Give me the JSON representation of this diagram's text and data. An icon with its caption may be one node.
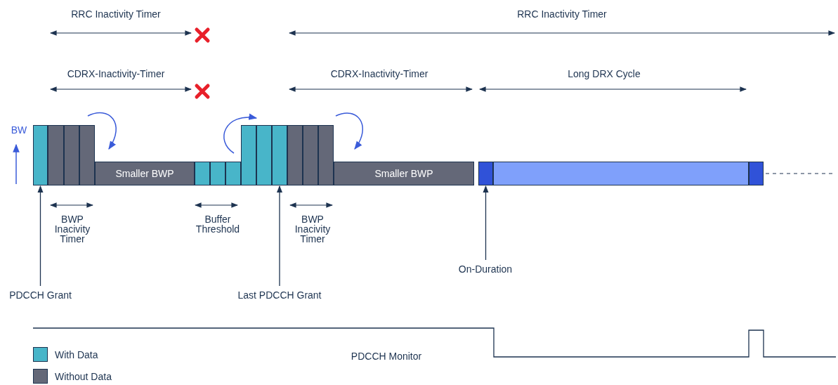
{
  "diagram": {
    "nodes": [
      {
        "text": [
          "Smaller BWP"
        ]
      },
      {
        "text": [
          "Smaller BWP"
        ]
      },
      {
        "text": [
          "PDCCH Grant"
        ]
      },
      {
        "text": [],
        "shape": "box"
      },
      {
        "text": [
          "Last PDCCH Grant"
        ]
      },
      {
        "text": [],
        "shape": "box"
      },
      {
        "text": [
          "On-Duration"
        ]
      },
      {
        "text": [],
        "shape": "box"
      },
      {
        "text": [],
        "shape": "box"
      },
      {
        "text": [],
        "shape": "box"
      },
      {
        "text": [],
        "shape": "box"
      },
      {
        "text": [],
        "shape": "box"
      },
      {
        "text": [],
        "shape": "box"
      },
      {
        "text": [],
        "shape": "box"
      },
      {
        "text": [],
        "shape": "box"
      },
      {
        "text": [],
        "shape": "box"
      },
      {
        "text": [],
        "shape": "box"
      },
      {
        "text": [],
        "shape": "box"
      },
      {
        "text": [],
        "shape": "box"
      },
      {
        "text": [],
        "shape": "box"
      },
      {
        "text": [],
        "shape": "box"
      }
    ],
    "edges": [
      {
        "from": 2,
        "to": 3,
        "arrow": "to"
      },
      {
        "from": 4,
        "to": 5,
        "arrow": "to"
      },
      {
        "from": 6,
        "to": 7,
        "arrow": "to"
      }
    ],
    "labels": [
      "RRC Inactivity Timer",
      "RRC Inactivity Timer",
      "CDRX-Inactivity-Timer",
      "CDRX-Inactivity-Timer",
      "Long DRX Cycle",
      "BW",
      "BWP Inacivity Timer",
      "Buffer Threshold",
      "BWP Inacivity Timer",
      "PDCCH Monitor"
    ],
    "legend": [
      {
        "text": "With Data",
        "color": "#48b5c9"
      },
      {
        "text": "Without Data",
        "color": "#646878"
      }
    ]
  }
}
